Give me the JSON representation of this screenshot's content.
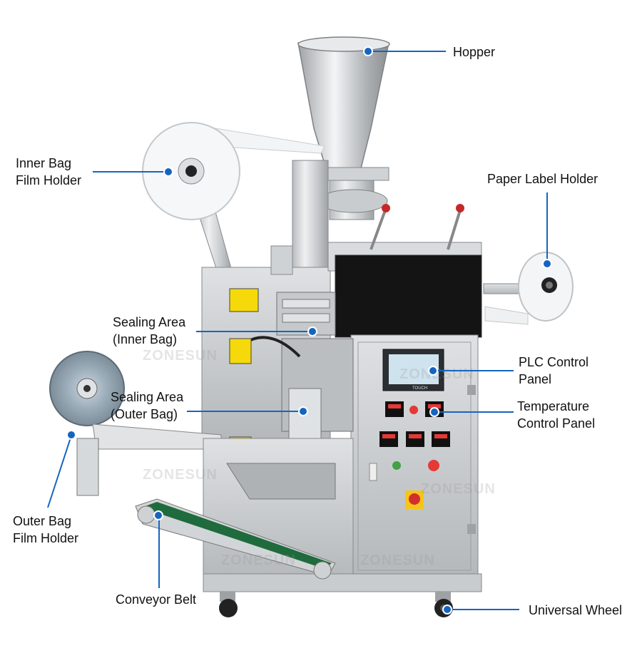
{
  "image_description": "",
  "watermark": "ZONESUN",
  "panel_touch_text": "TOUCH",
  "accent_color": "#1565c0",
  "labels": {
    "hopper": "Hopper",
    "inner_bag_film_holder": [
      "Inner Bag",
      "Film Holder"
    ],
    "paper_label_holder": "Paper Label Holder",
    "sealing_area_inner": [
      "Sealing Area",
      "(Inner Bag)"
    ],
    "sealing_area_outer": [
      "Sealing Area",
      "(Outer Bag)"
    ],
    "plc_control_panel": [
      "PLC Control",
      "Panel"
    ],
    "temperature_control_panel": [
      "Temperature",
      "Control Panel"
    ],
    "outer_bag_film_holder": [
      "Outer Bag",
      "Film Holder"
    ],
    "conveyor_belt": "Conveyor Belt",
    "universal_wheel": "Universal Wheel"
  }
}
